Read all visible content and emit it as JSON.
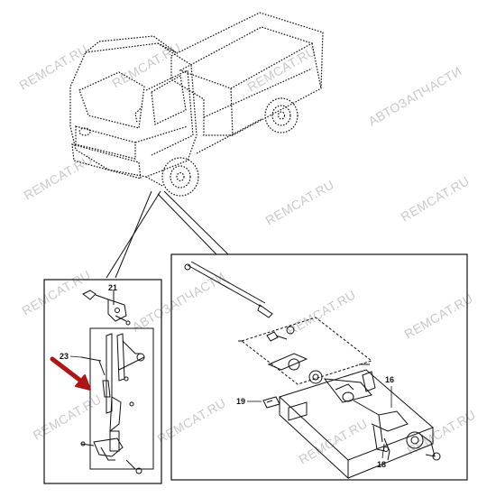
{
  "callouts": {
    "c16": "16",
    "c18": "18",
    "c19": "19",
    "c21": "21",
    "c23": "23"
  },
  "watermarks": [
    "REMCAT.RU",
    "АВТОЗАПЧАСТИ"
  ],
  "colors": {
    "line": "#111111",
    "arrow": "#b01515",
    "watermark": "#c9c9c9",
    "background": "#ffffff"
  },
  "icons": {
    "indicator": "red-arrow-icon"
  }
}
